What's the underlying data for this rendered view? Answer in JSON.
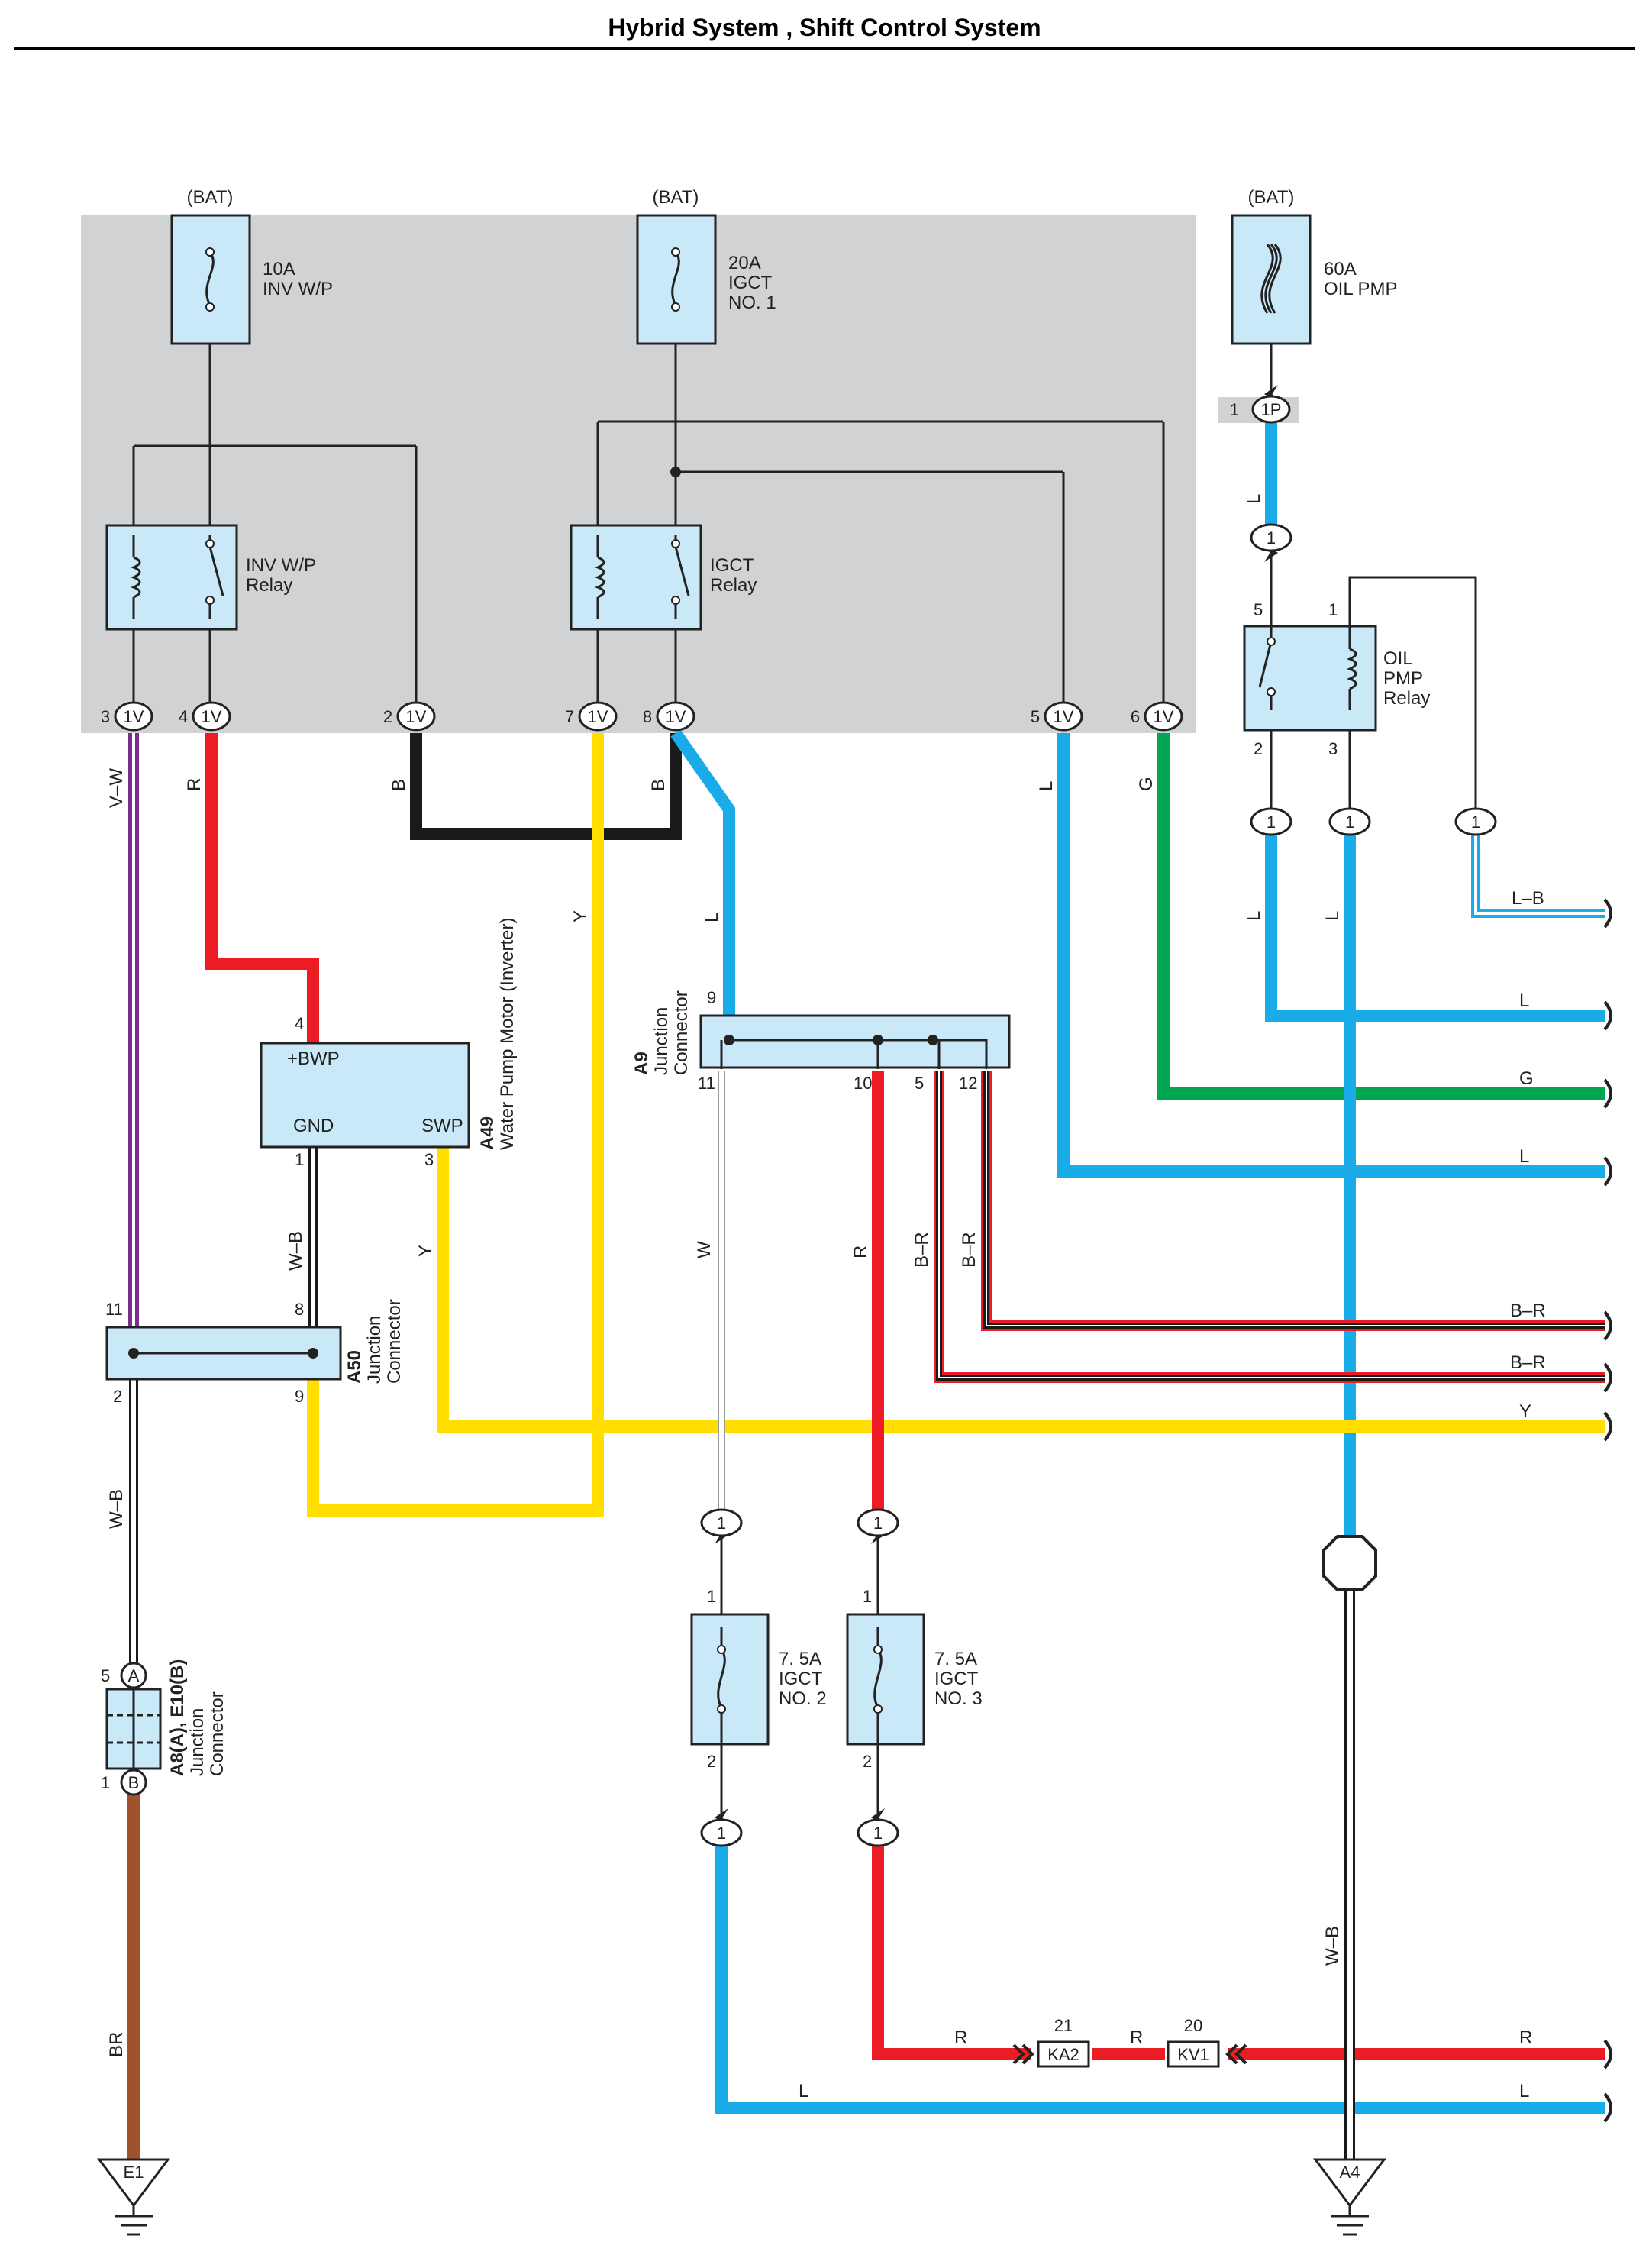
{
  "title": "Hybrid System , Shift Control System",
  "colors": {
    "shade": "#d1d2d4",
    "part_fill": "#c9e8f8",
    "L": "#1aace8",
    "R": "#ec1c24",
    "B": "#1a1a1a",
    "Y": "#ffde00",
    "G": "#00a651",
    "V": "#7a2f8e",
    "BR": "#a0522d",
    "W": "#ffffff"
  },
  "fuses": {
    "f1": {
      "source": "(BAT)",
      "rating": "10A",
      "name": "INV W/P"
    },
    "f2": {
      "source": "(BAT)",
      "rating": "20A",
      "name1": "IGCT",
      "name2": "NO. 1"
    },
    "f3": {
      "source": "(BAT)",
      "rating": "60A",
      "name": "OIL PMP"
    },
    "f4": {
      "rating": "7. 5A",
      "name1": "IGCT",
      "name2": "NO. 2",
      "pin_in": "1",
      "pin_out": "2"
    },
    "f5": {
      "rating": "7. 5A",
      "name1": "IGCT",
      "name2": "NO. 3",
      "pin_in": "1",
      "pin_out": "2"
    }
  },
  "relays": {
    "inv": {
      "name1": "INV W/P",
      "name2": "Relay"
    },
    "igct": {
      "name1": "IGCT",
      "name2": "Relay"
    },
    "oil": {
      "name1": "OIL",
      "name2": "PMP",
      "name3": "Relay",
      "pins": [
        "5",
        "1",
        "2",
        "3"
      ]
    }
  },
  "connector_1v": {
    "code": "1V",
    "pins": [
      "3",
      "4",
      "2",
      "7",
      "8",
      "5",
      "6"
    ]
  },
  "connector_1p": {
    "code": "1P",
    "pin": "1"
  },
  "inline_pin": "1",
  "wires": {
    "vw": "V–W",
    "r": "R",
    "b1": "B",
    "y": "Y",
    "b2": "B",
    "l": "L",
    "g": "G",
    "wb": "W–B",
    "w": "W",
    "br": "B–R",
    "lb": "L–B",
    "brn": "BR"
  },
  "a49": {
    "code": "A49",
    "name": "Water Pump Motor (Inverter)",
    "bwp": "+BWP",
    "gnd": "GND",
    "swp": "SWP",
    "pins": [
      "4",
      "1",
      "3"
    ]
  },
  "a9": {
    "code": "A9",
    "name1": "Junction",
    "name2": "Connector",
    "pins": [
      "9",
      "11",
      "10",
      "5",
      "12"
    ]
  },
  "a50": {
    "code": "A50",
    "name1": "Junction",
    "name2": "Connector",
    "pins": [
      "11",
      "8",
      "2",
      "9"
    ]
  },
  "a8": {
    "code": "A8(A), E10(B)",
    "name1": "Junction",
    "name2": "Connector",
    "pin_a": "A",
    "pin_b": "B",
    "pins": [
      "5",
      "1"
    ]
  },
  "grounds": {
    "e1": "E1",
    "a4": "A4"
  },
  "ka2": {
    "code": "KA2",
    "pin": "21"
  },
  "kv1": {
    "code": "KV1",
    "pin": "20"
  }
}
